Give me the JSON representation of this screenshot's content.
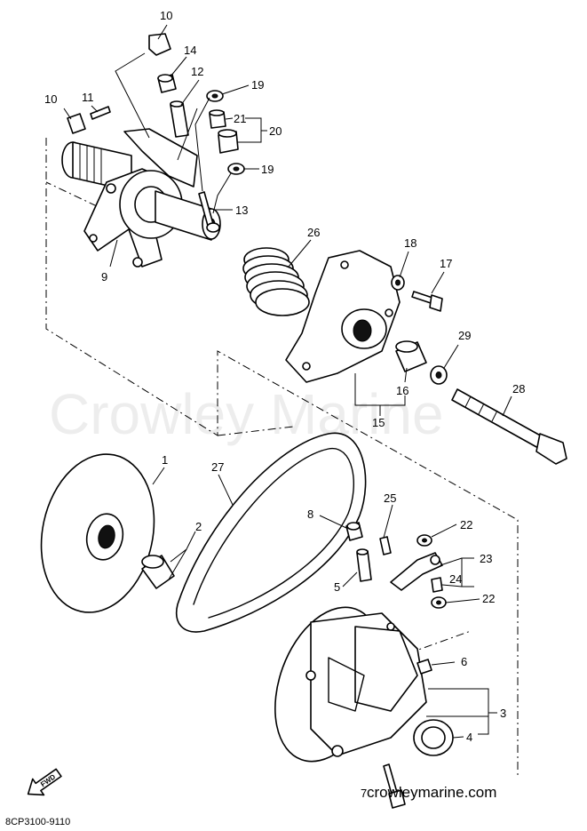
{
  "watermark": "Crowley Marine",
  "site": "crowleymarine.com",
  "diagram_code": "8CP3100-9110",
  "fwd_label": "FWD",
  "callouts": [
    {
      "id": "c10a",
      "text": "10"
    },
    {
      "id": "c14",
      "text": "14"
    },
    {
      "id": "c12",
      "text": "12"
    },
    {
      "id": "c19a",
      "text": "19"
    },
    {
      "id": "c10b",
      "text": "10"
    },
    {
      "id": "c11",
      "text": "11"
    },
    {
      "id": "c21",
      "text": "21"
    },
    {
      "id": "c20",
      "text": "20"
    },
    {
      "id": "c19b",
      "text": "19"
    },
    {
      "id": "c13",
      "text": "13"
    },
    {
      "id": "c9",
      "text": "9"
    },
    {
      "id": "c26",
      "text": "26"
    },
    {
      "id": "c18",
      "text": "18"
    },
    {
      "id": "c17",
      "text": "17"
    },
    {
      "id": "c29",
      "text": "29"
    },
    {
      "id": "c16",
      "text": "16"
    },
    {
      "id": "c15",
      "text": "15"
    },
    {
      "id": "c28",
      "text": "28"
    },
    {
      "id": "c1",
      "text": "1"
    },
    {
      "id": "c27",
      "text": "27"
    },
    {
      "id": "c2",
      "text": "2"
    },
    {
      "id": "c8",
      "text": "8"
    },
    {
      "id": "c25",
      "text": "25"
    },
    {
      "id": "c22a",
      "text": "22"
    },
    {
      "id": "c23",
      "text": "23"
    },
    {
      "id": "c24",
      "text": "24"
    },
    {
      "id": "c5",
      "text": "5"
    },
    {
      "id": "c22b",
      "text": "22"
    },
    {
      "id": "c6",
      "text": "6"
    },
    {
      "id": "c3",
      "text": "3"
    },
    {
      "id": "c4",
      "text": "4"
    },
    {
      "id": "c7",
      "text": "7"
    }
  ]
}
